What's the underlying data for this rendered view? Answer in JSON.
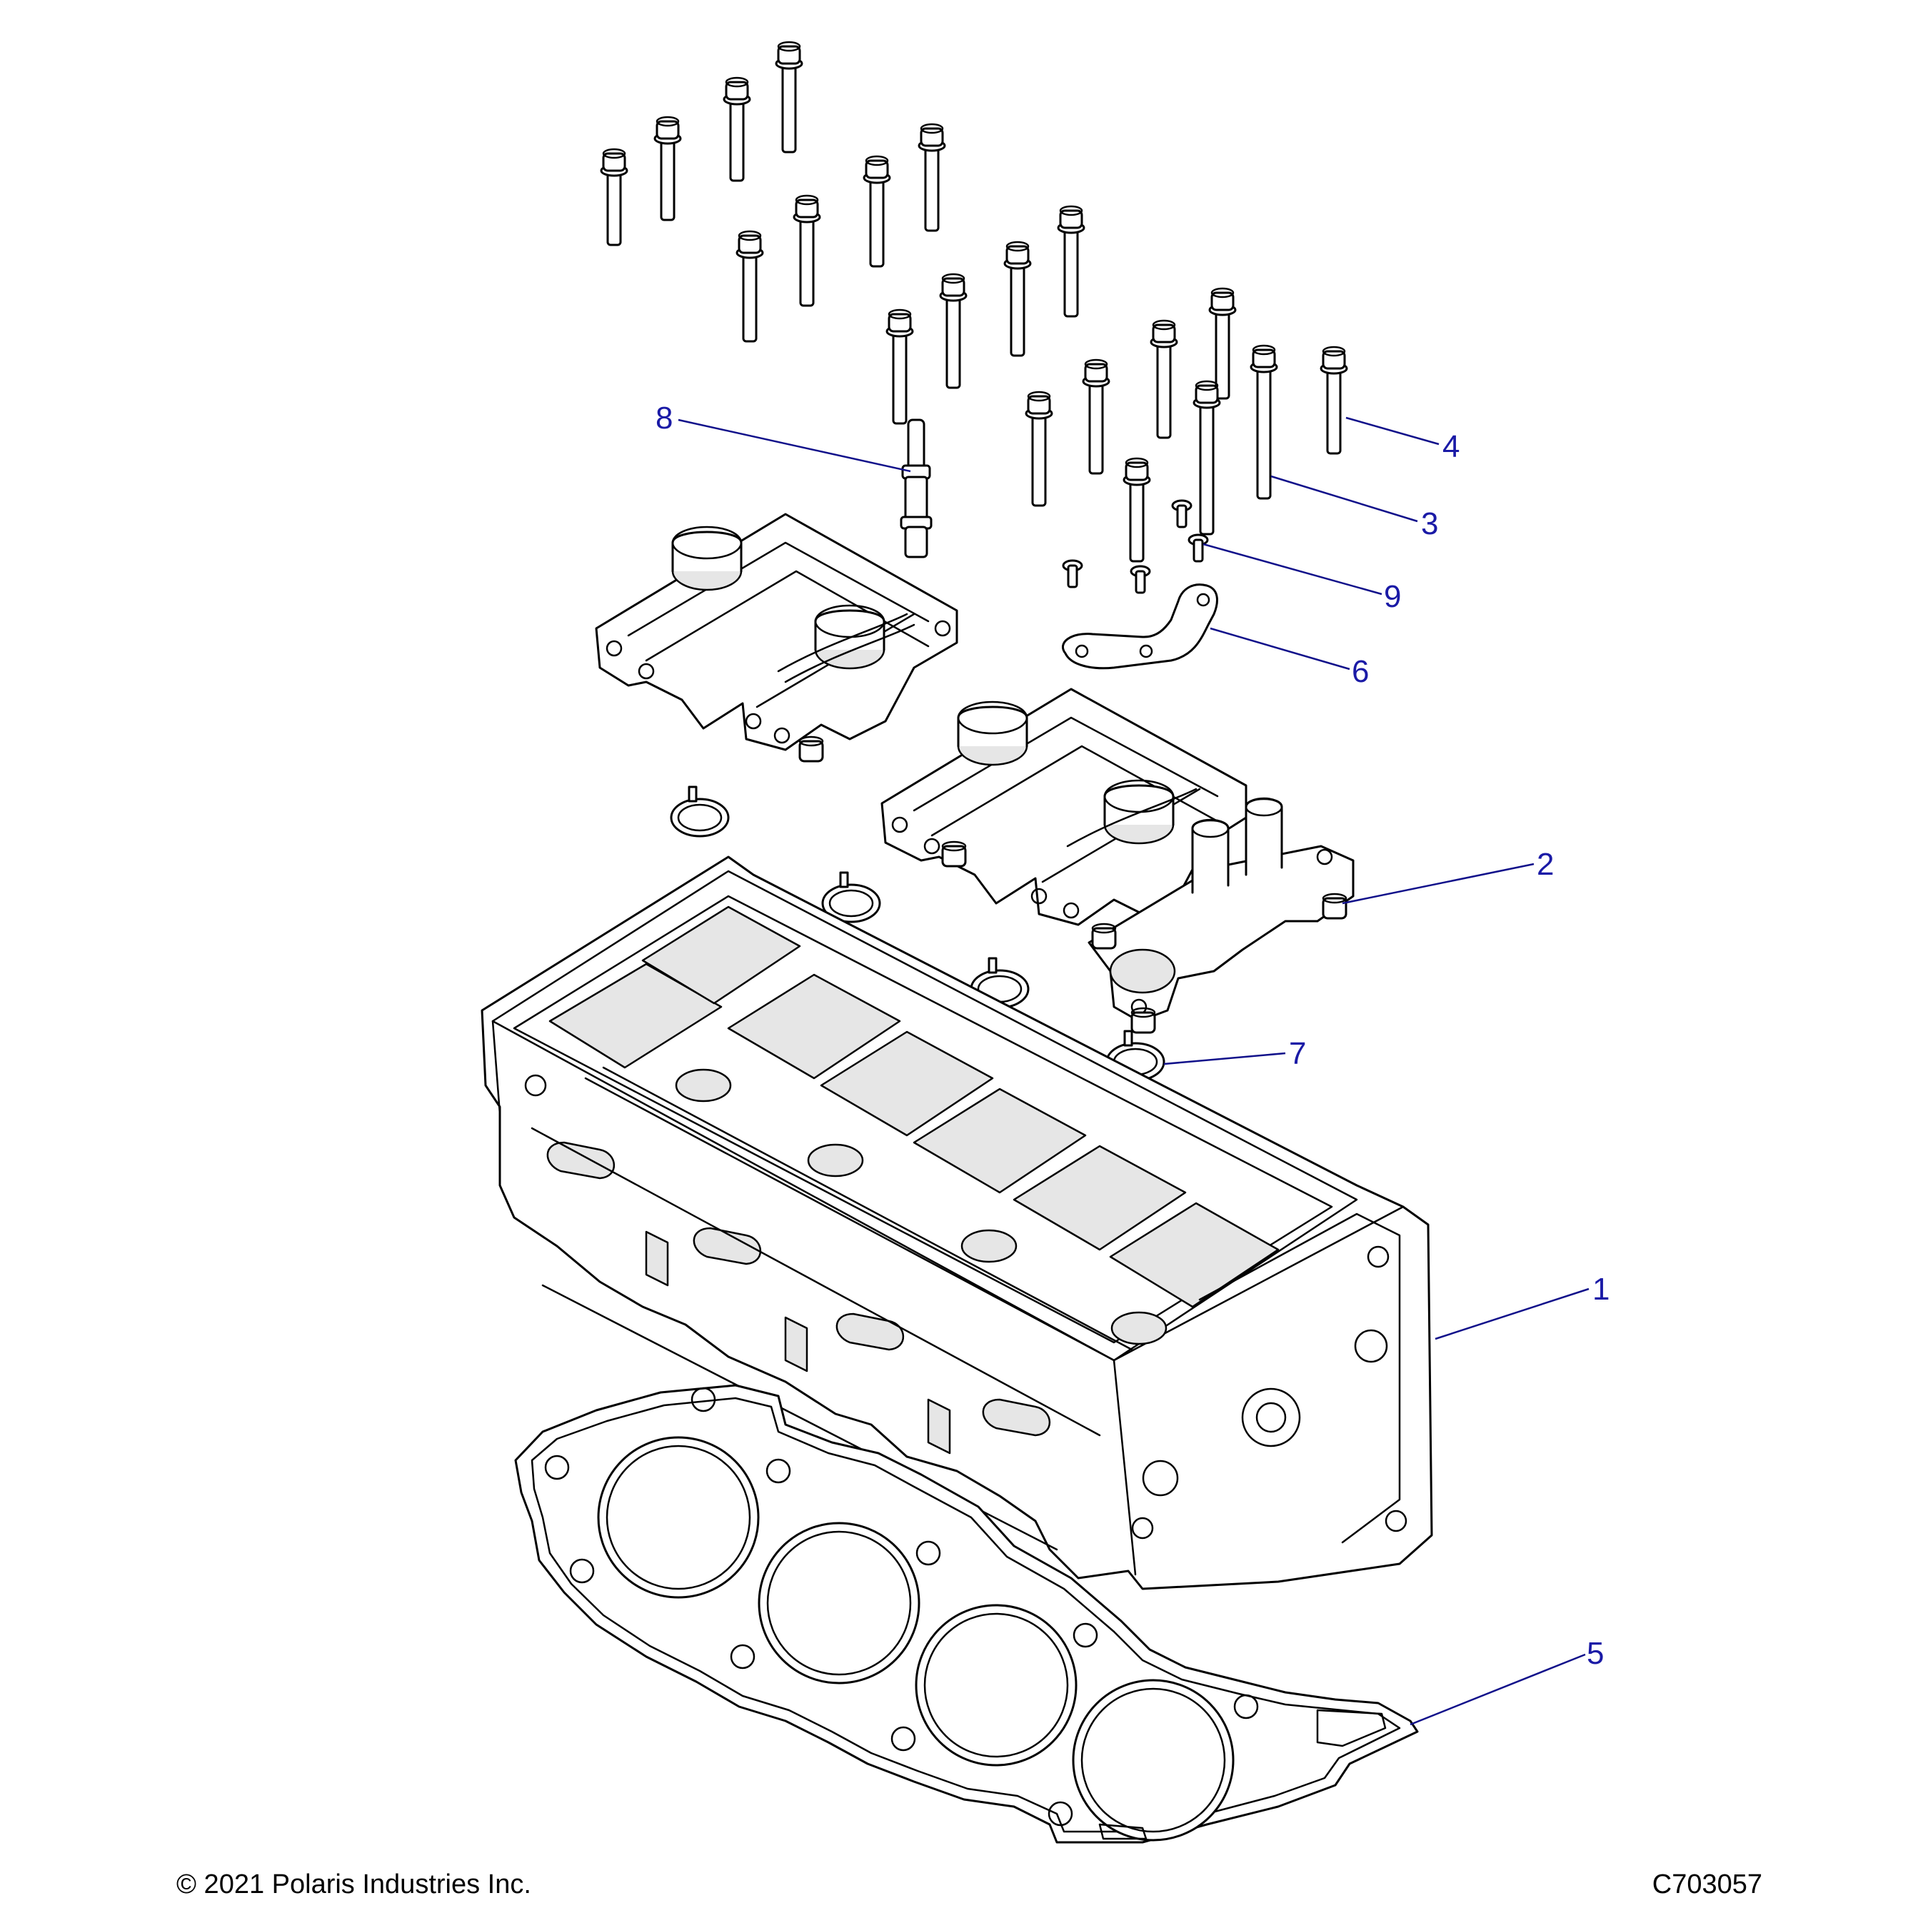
{
  "callouts": [
    {
      "id": "1",
      "label": "1"
    },
    {
      "id": "2",
      "label": "2"
    },
    {
      "id": "3",
      "label": "3"
    },
    {
      "id": "4",
      "label": "4"
    },
    {
      "id": "5",
      "label": "5"
    },
    {
      "id": "6",
      "label": "6"
    },
    {
      "id": "7",
      "label": "7"
    },
    {
      "id": "8",
      "label": "8"
    },
    {
      "id": "9",
      "label": "9"
    }
  ],
  "footer": {
    "copyright": "© 2021 Polaris Industries Inc.",
    "figure_id": "C703057"
  },
  "colors": {
    "callout_text": "#1a1aa6",
    "leader_line": "#10108a",
    "line_art": "#000000",
    "background": "#ffffff"
  }
}
